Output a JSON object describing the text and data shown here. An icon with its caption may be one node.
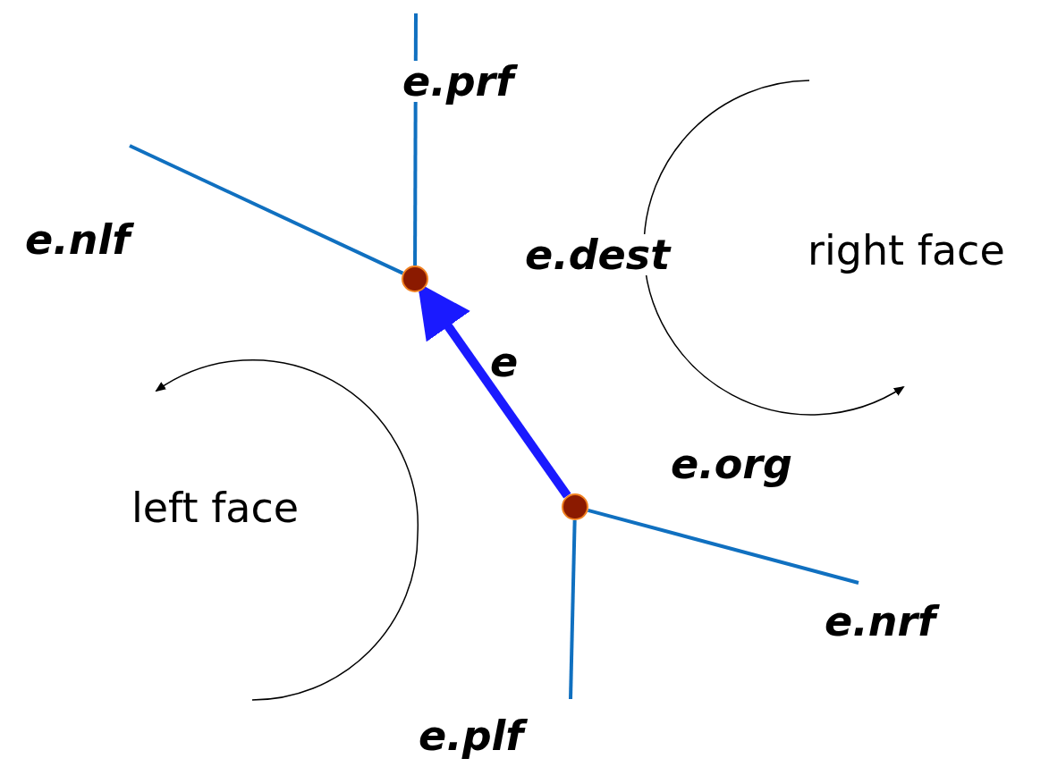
{
  "diagram": {
    "nodes": [
      {
        "text": [],
        "shape": "circle"
      },
      {
        "text": [],
        "shape": "circle"
      }
    ],
    "edges": [
      {
        "from": 1,
        "to": 0,
        "arrow": "to",
        "label": "e",
        "style": "thick",
        "color": "#1a1aff"
      },
      {
        "from": 0,
        "to": null,
        "arrow": "none"
      },
      {
        "from": 0,
        "to": null,
        "arrow": "none"
      },
      {
        "from": 1,
        "to": null,
        "arrow": "none"
      },
      {
        "from": 1,
        "to": null,
        "arrow": "none"
      }
    ],
    "labels": [
      "e.prf",
      "e.nlf",
      "e.dest",
      "right face",
      "left face",
      "e.org",
      "e.nrf",
      "e.plf"
    ]
  }
}
